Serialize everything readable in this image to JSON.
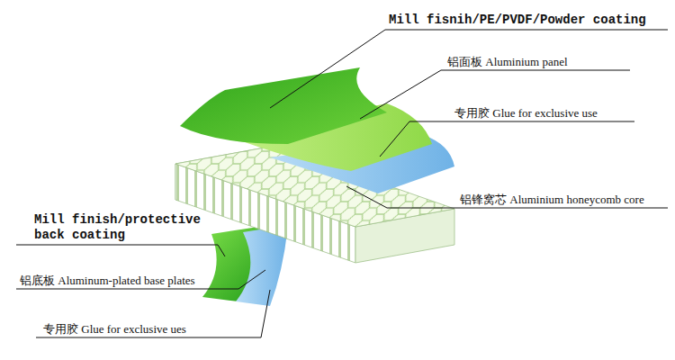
{
  "diagram": {
    "labels": [
      "Mill fisnih/PE/PVDF/Powder coating",
      "铝面板 Aluminium panel",
      "专用胶 Glue for exclusive use",
      "铝锋窝芯 Aluminium honeycomb core",
      "Mill finish/protective back coating",
      "铝底板 Aluminum-plated base plates",
      "专用胶 Glue for exclusive ues"
    ]
  }
}
